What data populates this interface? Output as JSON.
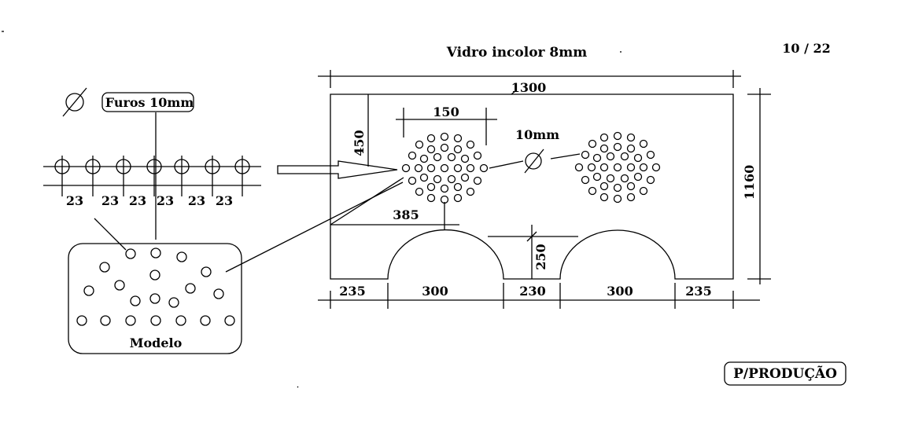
{
  "header": {
    "title": "Vidro incolor 8mm",
    "page_number": "10 / 22"
  },
  "legend": {
    "holes_label": "Furos 10mm",
    "spacing_labels": [
      "23",
      "23",
      "23",
      "23",
      "23",
      "23"
    ]
  },
  "model_box": {
    "label": "Modelo"
  },
  "panel": {
    "width_label": "1300",
    "height_label": "1160",
    "hole_cluster_width_label": "150",
    "hole_cluster_offset_top_label": "450",
    "hole_cluster_offset_left_label": "385",
    "hole_diameter_label": "10mm",
    "arch_height_label": "250",
    "bottom_segments": [
      "235",
      "300",
      "230",
      "300",
      "235"
    ]
  },
  "stamp": {
    "label": "P/PRODUÇÃO"
  }
}
